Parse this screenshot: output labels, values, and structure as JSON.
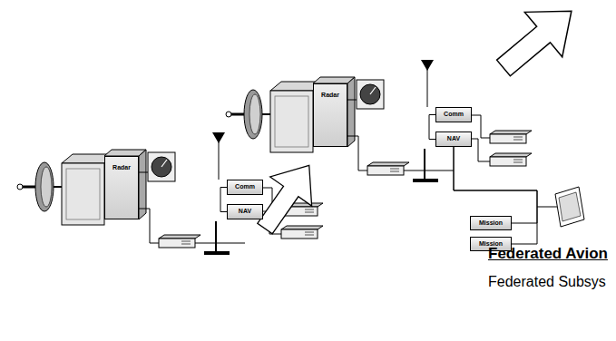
{
  "diagram": {
    "title": "Federated Avion",
    "nodes": [
      {
        "text": [
          "Radar"
        ]
      },
      {
        "text": [
          "Comm"
        ]
      },
      {
        "text": [
          "NAV"
        ]
      },
      {
        "text": [
          "Mission"
        ]
      },
      {
        "text": [
          "Mission"
        ]
      },
      {
        "text": [
          "Radar"
        ]
      },
      {
        "text": [
          "Comm"
        ]
      },
      {
        "text": [
          "NAV"
        ]
      }
    ],
    "edges": [
      {
        "from": 1,
        "to": 2,
        "arrow": "none"
      },
      {
        "from": 2,
        "to": 3,
        "arrow": "none"
      },
      {
        "from": 2,
        "to": 4,
        "arrow": "none"
      },
      {
        "from": 6,
        "to": 7,
        "arrow": "none"
      }
    ],
    "labels": [
      "Federated Subsys"
    ]
  }
}
